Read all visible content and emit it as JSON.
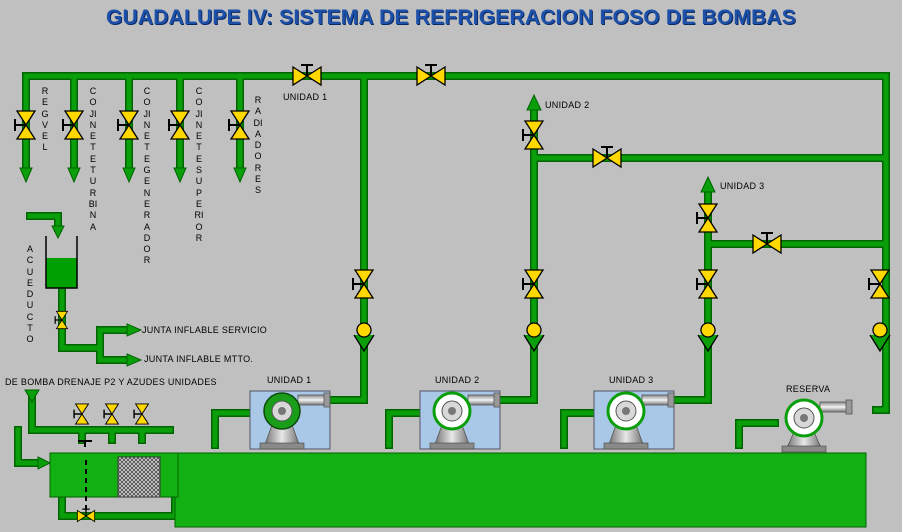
{
  "title": "GUADALUPE IV: SISTEMA DE REFRIGERACION FOSO DE BOMBAS",
  "colors": {
    "background": "#c0c0c0",
    "pipe": "#0a9e0a",
    "pipe_edge": "#006400",
    "valve": "#ffd800",
    "title": "#1d50a8",
    "tank_fill": "#00a000"
  },
  "consumers": {
    "reg_vel": "REGVEL",
    "cojinete_turbina": "COJINETETURBINA",
    "cojinete_generador": "COJINETEGENERADOR",
    "cojinete_superior": "COJINETESUPERIOR",
    "radiadores": "RADIADORES"
  },
  "labels": {
    "unidad1_header": "UNIDAD 1",
    "unidad2_outlet": "UNIDAD 2",
    "unidad3_outlet": "UNIDAD 3",
    "acueducto": "ACUEDUCTO",
    "junta_servicio": "JUNTA INFLABLE SERVICIO",
    "junta_mtto": "JUNTA INFLABLE MTTO.",
    "drenaje": "DE BOMBA DRENAJE P2 Y AZUDES UNIDADES"
  },
  "pumps": [
    {
      "name": "UNIDAD 1",
      "state": "running"
    },
    {
      "name": "UNIDAD 2",
      "state": "standby"
    },
    {
      "name": "UNIDAD 3",
      "state": "standby"
    },
    {
      "name": "RESERVA",
      "state": "standby"
    }
  ],
  "icons": {
    "valve": "gate-valve-icon",
    "check": "check-valve-icon",
    "pump": "centrifugal-pump-icon",
    "arrow": "flow-arrow-icon",
    "strainer": "strainer-grid-icon"
  }
}
